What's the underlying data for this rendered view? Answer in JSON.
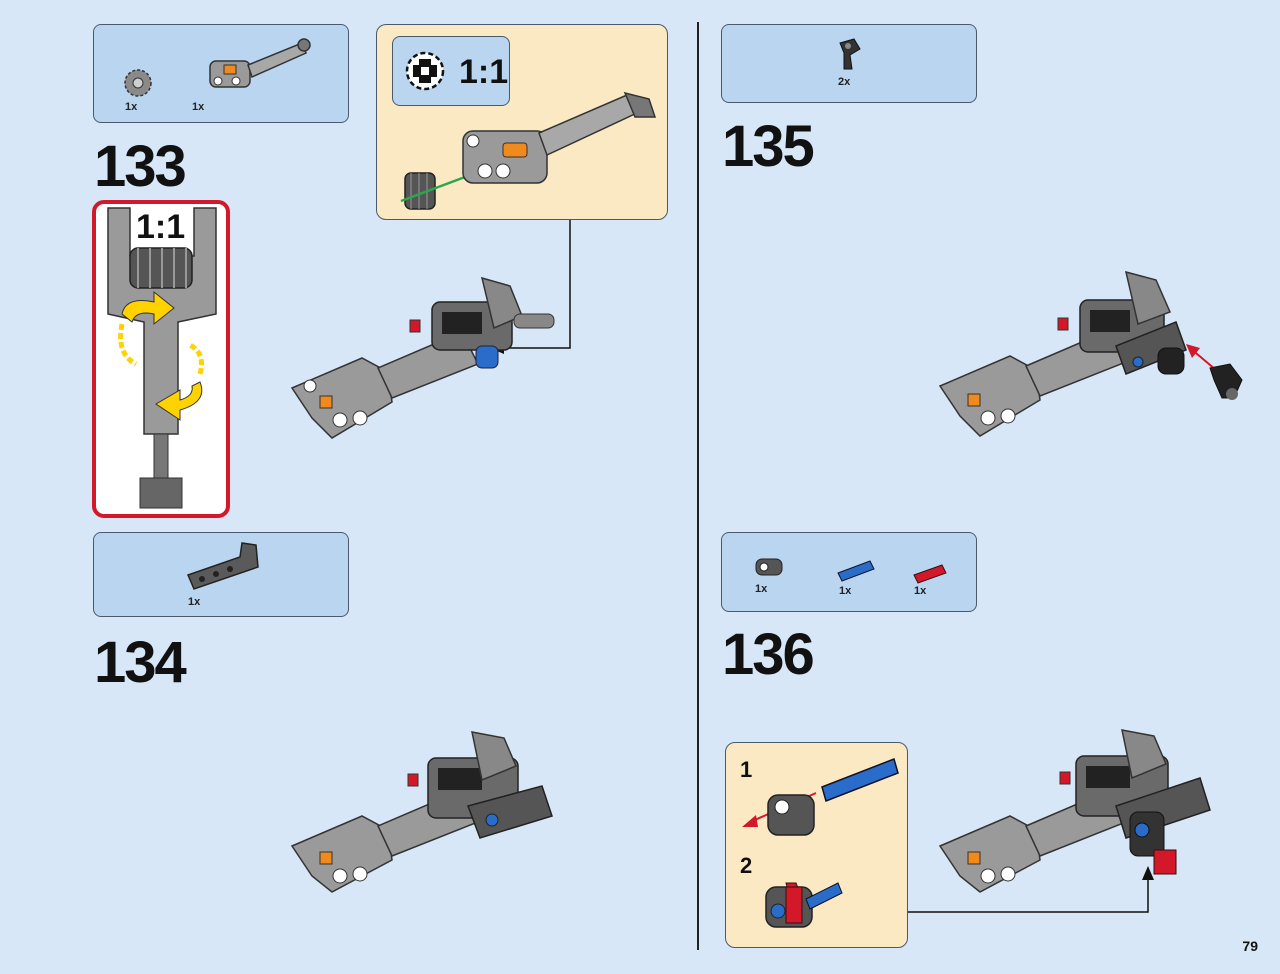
{
  "page": {
    "number": "79"
  },
  "steps": [
    {
      "number": "133",
      "parts": [
        {
          "qty": "1x",
          "icon": "gear-12-tooth"
        },
        {
          "qty": "1x",
          "icon": "grey-suspension-arm"
        }
      ],
      "ratio_label": "1:1",
      "callout_ratio_label": "1:1"
    },
    {
      "number": "134",
      "parts": [
        {
          "qty": "1x",
          "icon": "dark-grey-liftarm"
        }
      ]
    },
    {
      "number": "135",
      "parts": [
        {
          "qty": "2x",
          "icon": "black-axle-connector"
        }
      ]
    },
    {
      "number": "136",
      "parts": [
        {
          "qty": "1x",
          "icon": "dark-grey-pin-connector"
        },
        {
          "qty": "1x",
          "icon": "blue-pin-axle"
        },
        {
          "qty": "1x",
          "icon": "red-axle-pin"
        }
      ],
      "sub_steps": [
        {
          "label": "1"
        },
        {
          "label": "2"
        }
      ]
    }
  ],
  "colors": {
    "page_bg": "#d7e7f7",
    "parts_box": "#b9d5f0",
    "submodel_box": "#fbe9c4",
    "callout_frame": "#d3182a",
    "arrow_yellow": "#ffd200"
  }
}
